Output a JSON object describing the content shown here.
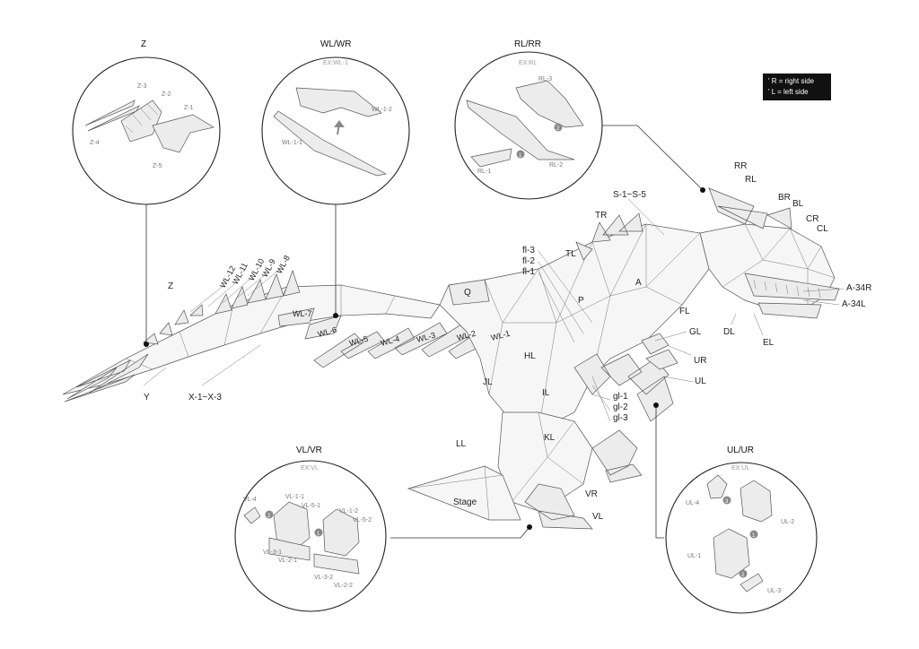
{
  "legend": {
    "right": "' R = right side",
    "left": "' L = left side"
  },
  "callouts": {
    "z": {
      "title": "Z",
      "parts": [
        "Z-3",
        "Z-2",
        "Z-1",
        "Z-4",
        "Z-5"
      ]
    },
    "wl": {
      "title": "WL/WR",
      "example": "EX:WL-1",
      "parts": [
        "WL-1-2",
        "WL-1-1"
      ]
    },
    "rl": {
      "title": "RL/RR",
      "example": "EX:RL",
      "parts": [
        "RL-3",
        "RL-1",
        "RL-2"
      ],
      "steps": [
        "1",
        "2"
      ]
    },
    "vl": {
      "title": "VL/VR",
      "example": "EX:VL",
      "parts": [
        "VL-4",
        "VL-1-1",
        "VL-5-1",
        "VL-1-2",
        "VL-5-2",
        "VL-3-1",
        "VL-2-1",
        "VL-3-2",
        "VL-2-2"
      ],
      "steps": [
        "2",
        "1"
      ]
    },
    "ul": {
      "title": "UL/UR",
      "example": "EX:UL",
      "parts": [
        "UL-4",
        "UL-2",
        "UL-1",
        "UL-3"
      ],
      "steps": [
        "3",
        "1",
        "2"
      ]
    }
  },
  "labels": {
    "tail": {
      "wl12": "WL-12",
      "wl11": "WL-11",
      "wl10": "WL-10",
      "wl9": "WL-9",
      "wl8": "WL-8",
      "wl7": "WL-7",
      "wl6": "WL-6",
      "wl5": "WL-5",
      "wl4": "WL-4",
      "wl3": "WL-3",
      "wl2": "WL-2",
      "wl1": "WL-1",
      "z": "Z",
      "y": "Y",
      "x": "X-1~X-3"
    },
    "body": {
      "q": "Q",
      "p": "P",
      "a": "A",
      "hl": "HL",
      "jl": "JL",
      "il": "IL",
      "kl": "KL",
      "ll": "LL",
      "stage": "Stage",
      "vr": "VR",
      "vl": "VL",
      "fl3": "fl-3",
      "fl2": "fl-2",
      "fl1": "fl-1",
      "tr": "TR",
      "tl": "TL",
      "s": "S-1~S-5",
      "gl1": "gl-1",
      "gl2": "gl-2",
      "gl3": "gl-3"
    },
    "head": {
      "rr": "RR",
      "rl": "RL",
      "br": "BR",
      "bl": "BL",
      "cr": "CR",
      "cl": "CL",
      "a34r": "A-34R",
      "a34l": "A-34L",
      "dl": "DL",
      "el": "EL",
      "fl": "FL",
      "gl": "GL",
      "ur": "UR",
      "ul": "UL"
    }
  }
}
